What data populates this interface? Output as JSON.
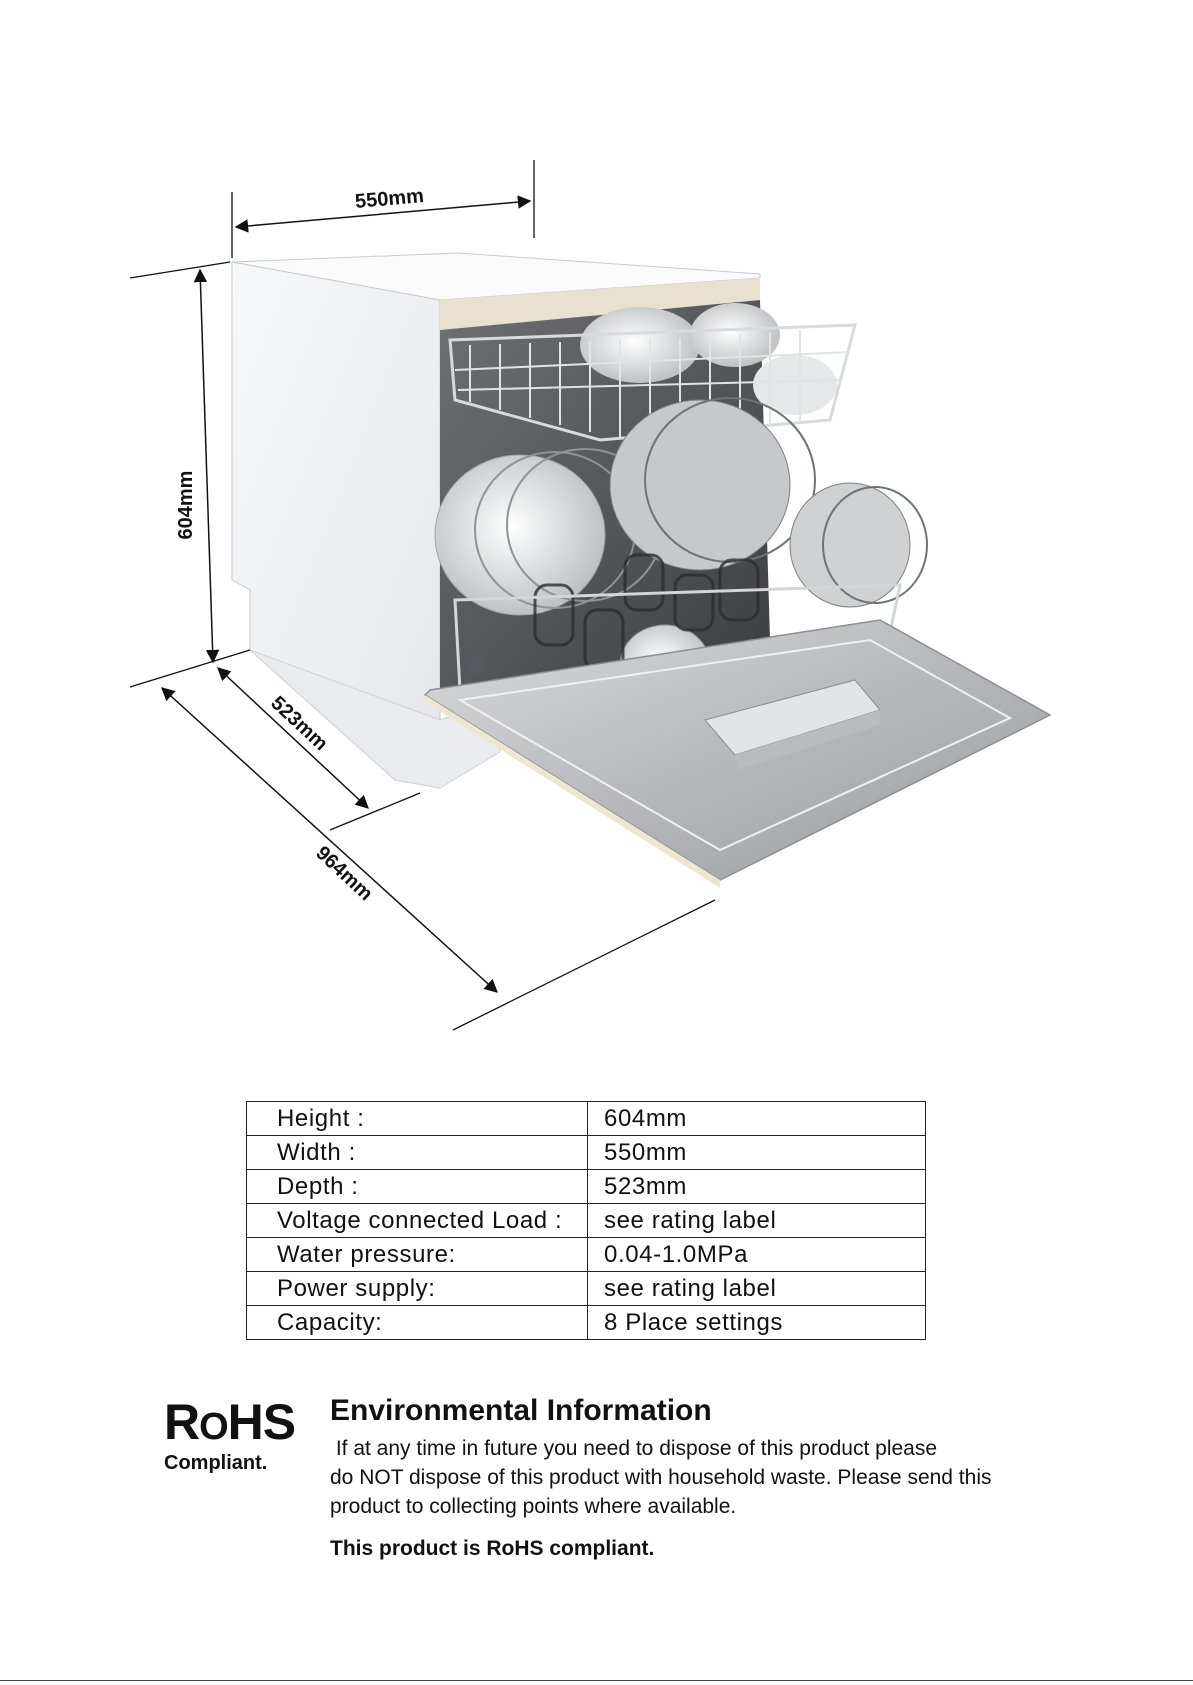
{
  "dimensions": {
    "width_label": "550mm",
    "height_label": "604mm",
    "depth_label": "523mm",
    "open_depth_label": "964mm"
  },
  "spec_table": {
    "rows": [
      {
        "label": "Height :",
        "value": "604mm"
      },
      {
        "label": "Width :",
        "value": "550mm"
      },
      {
        "label": "Depth :",
        "value": "523mm"
      },
      {
        "label": "Voltage connected Load :",
        "value": "see rating label"
      },
      {
        "label": "Water pressure:",
        "value": "0.04-1.0MPa"
      },
      {
        "label": "Power supply:",
        "value": "see rating label"
      },
      {
        "label": "Capacity:",
        "value": "8 Place settings"
      }
    ]
  },
  "rohs": {
    "mark": "ROHS",
    "subtitle": "Compliant."
  },
  "environmental": {
    "heading": "Environmental Information",
    "body_lines": [
      " If at any time in future you need to dispose of this product please",
      "do NOT dispose of this product with household waste. Please send this",
      "product to collecting points where available."
    ],
    "footer": "This product is RoHS compliant."
  },
  "colors": {
    "text": "#111111",
    "cabinet": "#f3f4f6",
    "steel": "#c9cbcd"
  }
}
